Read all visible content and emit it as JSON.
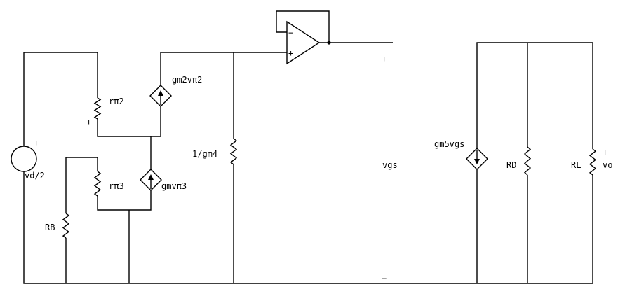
{
  "components": {
    "source": {
      "label": "vd/2",
      "polarity": "+"
    },
    "r_pi2": {
      "label": "rπ2",
      "polarity": "+"
    },
    "gm2": {
      "label": "gm2vπ2"
    },
    "r_pi3": {
      "label": "rπ3"
    },
    "gm3": {
      "label": "gmvπ3"
    },
    "rb": {
      "label": "RB"
    },
    "gm4": {
      "label": "1/gm4"
    },
    "opamp": {
      "minus": "−",
      "plus": "+"
    },
    "vgs": {
      "label": "vgs",
      "plus": "+",
      "minus": "−"
    },
    "gm5": {
      "label": "gm5vgs"
    },
    "rd": {
      "label": "RD"
    },
    "rl": {
      "label": "RL"
    },
    "vo": {
      "label": "vo",
      "plus": "+"
    }
  }
}
